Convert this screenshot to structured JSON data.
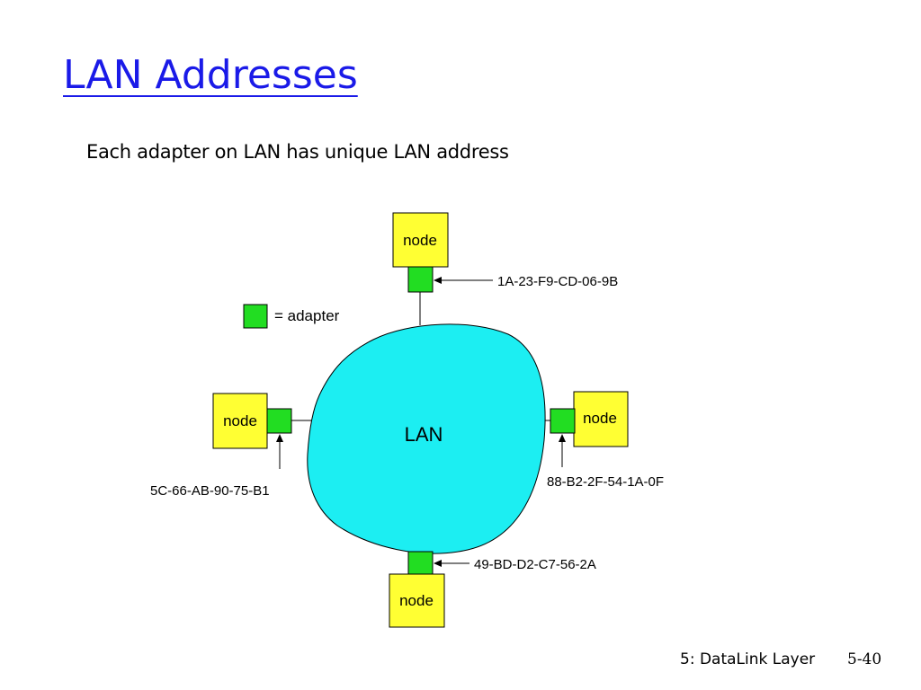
{
  "slide": {
    "title": "LAN Addresses",
    "subtitle": "Each adapter on LAN has unique LAN address"
  },
  "diagram": {
    "lan_label": "LAN",
    "legend_label": "= adapter",
    "node_label": "node",
    "addresses": {
      "top": "1A-23-F9-CD-06-9B",
      "left": "5C-66-AB-90-75-B1",
      "right": "88-B2-2F-54-1A-0F",
      "bottom": "49-BD-D2-C7-56-2A"
    },
    "colors": {
      "lan_fill": "#1ceef2",
      "node_fill": "#ffff33",
      "adapter_fill": "#22dd22",
      "title": "#1a1ae8"
    }
  },
  "footer": {
    "section": "5: DataLink Layer",
    "page": "5-40"
  }
}
